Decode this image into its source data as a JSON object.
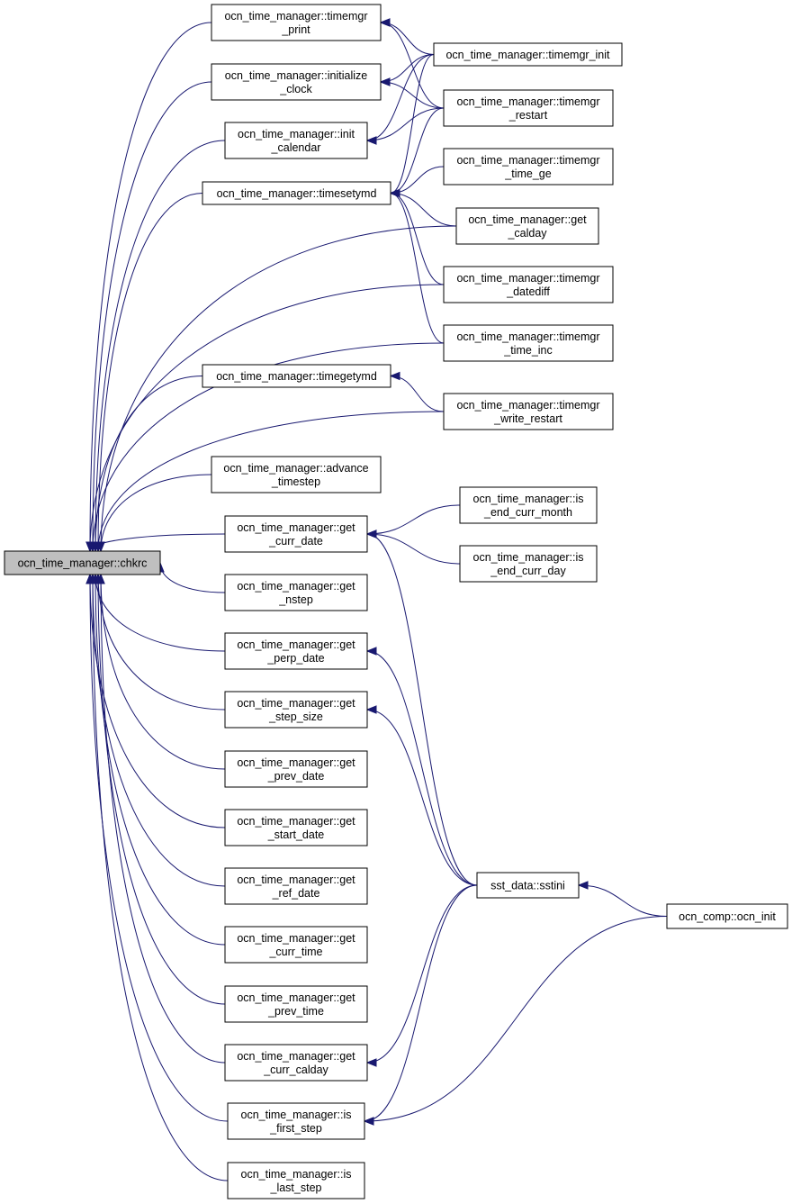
{
  "diagram": {
    "root": "chkrc",
    "nodes": [
      {
        "id": "chkrc",
        "lines": [
          "ocn_time_manager::chkrc"
        ],
        "root": true
      },
      {
        "id": "timemgr_print",
        "lines": [
          "ocn_time_manager::timemgr",
          "_print"
        ]
      },
      {
        "id": "initialize_clock",
        "lines": [
          "ocn_time_manager::initialize",
          "_clock"
        ]
      },
      {
        "id": "init_calendar",
        "lines": [
          "ocn_time_manager::init",
          "_calendar"
        ]
      },
      {
        "id": "timesetymd",
        "lines": [
          "ocn_time_manager::timesetymd"
        ]
      },
      {
        "id": "timegetymd",
        "lines": [
          "ocn_time_manager::timegetymd"
        ]
      },
      {
        "id": "advance_timestep",
        "lines": [
          "ocn_time_manager::advance",
          "_timestep"
        ]
      },
      {
        "id": "get_curr_date",
        "lines": [
          "ocn_time_manager::get",
          "_curr_date"
        ]
      },
      {
        "id": "get_nstep",
        "lines": [
          "ocn_time_manager::get",
          "_nstep"
        ]
      },
      {
        "id": "get_perp_date",
        "lines": [
          "ocn_time_manager::get",
          "_perp_date"
        ]
      },
      {
        "id": "get_step_size",
        "lines": [
          "ocn_time_manager::get",
          "_step_size"
        ]
      },
      {
        "id": "get_prev_date",
        "lines": [
          "ocn_time_manager::get",
          "_prev_date"
        ]
      },
      {
        "id": "get_start_date",
        "lines": [
          "ocn_time_manager::get",
          "_start_date"
        ]
      },
      {
        "id": "get_ref_date",
        "lines": [
          "ocn_time_manager::get",
          "_ref_date"
        ]
      },
      {
        "id": "get_curr_time",
        "lines": [
          "ocn_time_manager::get",
          "_curr_time"
        ]
      },
      {
        "id": "get_prev_time",
        "lines": [
          "ocn_time_manager::get",
          "_prev_time"
        ]
      },
      {
        "id": "get_curr_calday",
        "lines": [
          "ocn_time_manager::get",
          "_curr_calday"
        ]
      },
      {
        "id": "is_first_step",
        "lines": [
          "ocn_time_manager::is",
          "_first_step"
        ]
      },
      {
        "id": "is_last_step",
        "lines": [
          "ocn_time_manager::is",
          "_last_step"
        ]
      },
      {
        "id": "timemgr_init",
        "lines": [
          "ocn_time_manager::timemgr_init"
        ]
      },
      {
        "id": "timemgr_restart",
        "lines": [
          "ocn_time_manager::timemgr",
          "_restart"
        ]
      },
      {
        "id": "timemgr_time_ge",
        "lines": [
          "ocn_time_manager::timemgr",
          "_time_ge"
        ]
      },
      {
        "id": "get_calday",
        "lines": [
          "ocn_time_manager::get",
          "_calday"
        ]
      },
      {
        "id": "timemgr_datediff",
        "lines": [
          "ocn_time_manager::timemgr",
          "_datediff"
        ]
      },
      {
        "id": "timemgr_time_inc",
        "lines": [
          "ocn_time_manager::timemgr",
          "_time_inc"
        ]
      },
      {
        "id": "timemgr_write_restart",
        "lines": [
          "ocn_time_manager::timemgr",
          "_write_restart"
        ]
      },
      {
        "id": "is_end_curr_month",
        "lines": [
          "ocn_time_manager::is",
          "_end_curr_month"
        ]
      },
      {
        "id": "is_end_curr_day",
        "lines": [
          "ocn_time_manager::is",
          "_end_curr_day"
        ]
      },
      {
        "id": "sstini",
        "lines": [
          "sst_data::sstini"
        ]
      },
      {
        "id": "ocn_init",
        "lines": [
          "ocn_comp::ocn_init"
        ]
      }
    ],
    "edges": [
      {
        "from": "timemgr_print",
        "to": "chkrc"
      },
      {
        "from": "initialize_clock",
        "to": "chkrc"
      },
      {
        "from": "init_calendar",
        "to": "chkrc"
      },
      {
        "from": "timesetymd",
        "to": "chkrc"
      },
      {
        "from": "get_calday",
        "to": "chkrc"
      },
      {
        "from": "timemgr_datediff",
        "to": "chkrc"
      },
      {
        "from": "timemgr_time_inc",
        "to": "chkrc"
      },
      {
        "from": "timegetymd",
        "to": "chkrc"
      },
      {
        "from": "timemgr_write_restart",
        "to": "chkrc"
      },
      {
        "from": "advance_timestep",
        "to": "chkrc"
      },
      {
        "from": "get_curr_date",
        "to": "chkrc"
      },
      {
        "from": "get_nstep",
        "to": "chkrc"
      },
      {
        "from": "get_perp_date",
        "to": "chkrc"
      },
      {
        "from": "get_step_size",
        "to": "chkrc"
      },
      {
        "from": "get_prev_date",
        "to": "chkrc"
      },
      {
        "from": "get_start_date",
        "to": "chkrc"
      },
      {
        "from": "get_ref_date",
        "to": "chkrc"
      },
      {
        "from": "get_curr_time",
        "to": "chkrc"
      },
      {
        "from": "get_prev_time",
        "to": "chkrc"
      },
      {
        "from": "get_curr_calday",
        "to": "chkrc"
      },
      {
        "from": "is_first_step",
        "to": "chkrc"
      },
      {
        "from": "is_last_step",
        "to": "chkrc"
      },
      {
        "from": "timemgr_init",
        "to": "timemgr_print"
      },
      {
        "from": "timemgr_restart",
        "to": "timemgr_print"
      },
      {
        "from": "timemgr_init",
        "to": "initialize_clock"
      },
      {
        "from": "timemgr_restart",
        "to": "initialize_clock"
      },
      {
        "from": "timemgr_init",
        "to": "init_calendar"
      },
      {
        "from": "timemgr_restart",
        "to": "init_calendar"
      },
      {
        "from": "timemgr_init",
        "to": "timesetymd"
      },
      {
        "from": "timemgr_restart",
        "to": "timesetymd"
      },
      {
        "from": "timemgr_time_ge",
        "to": "timesetymd"
      },
      {
        "from": "get_calday",
        "to": "timesetymd"
      },
      {
        "from": "timemgr_datediff",
        "to": "timesetymd"
      },
      {
        "from": "timemgr_time_inc",
        "to": "timesetymd"
      },
      {
        "from": "timemgr_write_restart",
        "to": "timegetymd"
      },
      {
        "from": "is_end_curr_month",
        "to": "get_curr_date"
      },
      {
        "from": "is_end_curr_day",
        "to": "get_curr_date"
      },
      {
        "from": "sstini",
        "to": "get_curr_date"
      },
      {
        "from": "sstini",
        "to": "get_perp_date"
      },
      {
        "from": "sstini",
        "to": "get_step_size"
      },
      {
        "from": "sstini",
        "to": "get_curr_calday"
      },
      {
        "from": "sstini",
        "to": "is_first_step"
      },
      {
        "from": "ocn_init",
        "to": "sstini"
      },
      {
        "from": "ocn_init",
        "to": "is_first_step"
      }
    ]
  },
  "colors": {
    "edge": "#191970",
    "node_border": "#000000",
    "root_fill": "#bfbfbf",
    "node_fill": "#ffffff"
  }
}
